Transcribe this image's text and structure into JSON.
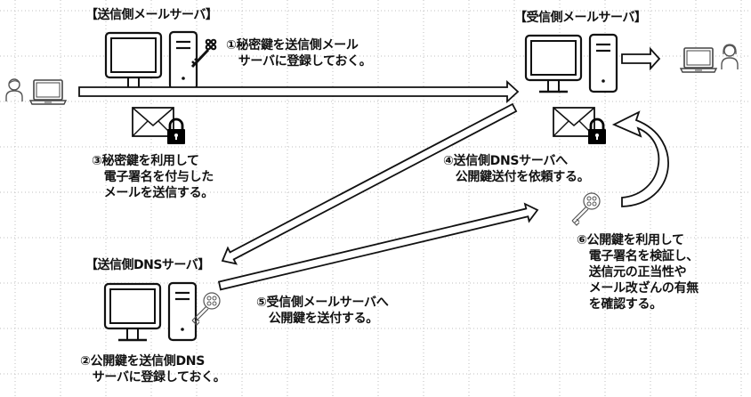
{
  "diagram": {
    "title": "DKIM送信ドメイン認証の流れ",
    "colors": {
      "stroke": "#111111",
      "grid": "#bfbfbf",
      "background": "#ffffff"
    },
    "nodes": {
      "sender_mail_server": {
        "label": "【送信側メールサーバ】",
        "icons": [
          "monitor-icon",
          "tower-pc-icon",
          "private-key-icon"
        ]
      },
      "receiver_mail_server": {
        "label": "【受信側メールサーバ】",
        "icons": [
          "monitor-icon",
          "tower-pc-icon"
        ]
      },
      "sender_dns_server": {
        "label": "【送信側DNSサーバ】",
        "icons": [
          "monitor-icon",
          "tower-pc-icon",
          "public-key-icon"
        ]
      },
      "sender_user": {
        "icons": [
          "person-icon",
          "laptop-icon"
        ]
      },
      "receiver_user": {
        "icons": [
          "laptop-icon",
          "person-female-icon"
        ]
      }
    },
    "steps": [
      {
        "id": 1,
        "text": "①秘密鍵を送信側メール\n　サーバに登録しておく。"
      },
      {
        "id": 2,
        "text": "②公開鍵を送信側DNS\n　サーバに登録しておく。"
      },
      {
        "id": 3,
        "text": "③秘密鍵を利用して\n　電子署名を付与した\n　メールを送信する。"
      },
      {
        "id": 4,
        "text": "④送信側DNSサーバへ\n　公開鍵送付を依頼する。"
      },
      {
        "id": 5,
        "text": "⑤受信側メールサーバへ\n　公開鍵を送付する。"
      },
      {
        "id": 6,
        "text": "⑥公開鍵を利用して\n　電子署名を検証し、\n　送信元の正当性や\n　メール改ざんの有無\n　を確認する。"
      }
    ],
    "edges": [
      {
        "from": "sender_user",
        "to": "receiver_mail_server",
        "meaning": "signed mail sent"
      },
      {
        "from": "receiver_mail_server",
        "to": "receiver_user",
        "meaning": "mail delivered"
      },
      {
        "from": "receiver_mail_server",
        "to": "sender_dns_server",
        "meaning": "public key request"
      },
      {
        "from": "sender_dns_server",
        "to": "receiver_mail_server",
        "meaning": "public key sent"
      },
      {
        "from": "public_key",
        "to": "signed_mail",
        "meaning": "verify signature"
      }
    ]
  }
}
